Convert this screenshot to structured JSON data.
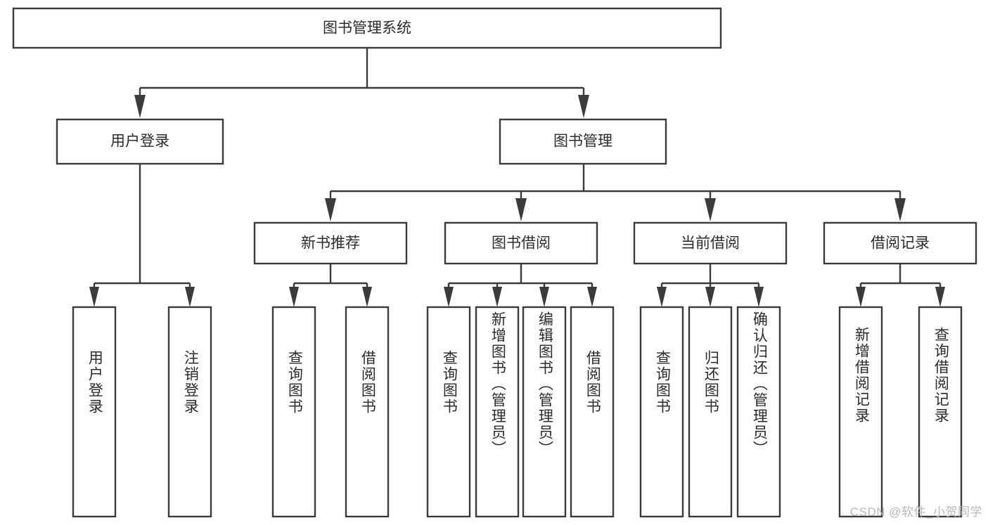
{
  "diagram": {
    "title": "图书管理系统",
    "watermark": "CSDN @软件_小贺同学",
    "colors": {
      "stroke": "#3b3b3b",
      "box_fill": "#ffffff",
      "text": "#2b2b2b",
      "background": "#ffffff",
      "watermark": "#b9b9b9"
    },
    "nodes": {
      "root": {
        "label": "图书管理系统"
      },
      "level1": [
        {
          "label": "用户登录"
        },
        {
          "label": "图书管理"
        }
      ],
      "level2": [
        {
          "label": "新书推荐"
        },
        {
          "label": "图书借阅"
        },
        {
          "label": "当前借阅"
        },
        {
          "label": "借阅记录"
        }
      ],
      "leaves": {
        "user_login": [
          {
            "label": "用户登录"
          },
          {
            "label": "注销登录"
          }
        ],
        "new_book": [
          {
            "label": "查询图书"
          },
          {
            "label": "借阅图书"
          }
        ],
        "book_borrow": [
          {
            "label": "查询图书"
          },
          {
            "label": "新增图书（管理员）"
          },
          {
            "label": "编辑图书（管理员）"
          },
          {
            "label": "借阅图书"
          }
        ],
        "current_borrow": [
          {
            "label": "查询图书"
          },
          {
            "label": "归还图书"
          },
          {
            "label": "确认归还（管理员）"
          }
        ],
        "borrow_record": [
          {
            "label": "新增借阅记录"
          },
          {
            "label": "查询借阅记录"
          }
        ]
      }
    },
    "chart_data": {
      "type": "tree",
      "title": "图书管理系统",
      "hierarchy": [
        {
          "label": "用户登录",
          "children": [
            {
              "label": "用户登录"
            },
            {
              "label": "注销登录"
            }
          ]
        },
        {
          "label": "图书管理",
          "children": [
            {
              "label": "新书推荐",
              "children": [
                {
                  "label": "查询图书"
                },
                {
                  "label": "借阅图书"
                }
              ]
            },
            {
              "label": "图书借阅",
              "children": [
                {
                  "label": "查询图书"
                },
                {
                  "label": "新增图书（管理员）"
                },
                {
                  "label": "编辑图书（管理员）"
                },
                {
                  "label": "借阅图书"
                }
              ]
            },
            {
              "label": "当前借阅",
              "children": [
                {
                  "label": "查询图书"
                },
                {
                  "label": "归还图书"
                },
                {
                  "label": "确认归还（管理员）"
                }
              ]
            },
            {
              "label": "借阅记录",
              "children": [
                {
                  "label": "新增借阅记录"
                },
                {
                  "label": "查询借阅记录"
                }
              ]
            }
          ]
        }
      ]
    }
  }
}
